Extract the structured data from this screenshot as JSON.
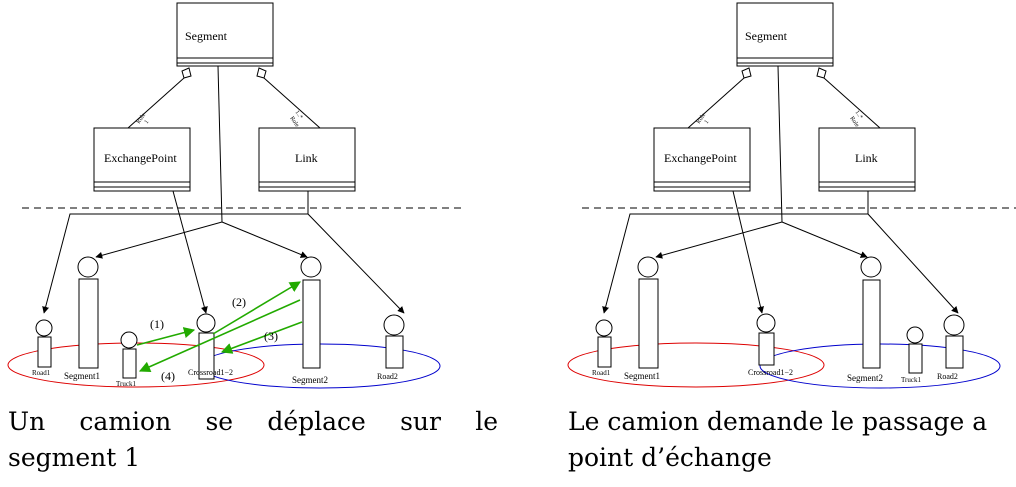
{
  "diagrams": [
    {
      "id": "left",
      "classes": {
        "segment": "Segment",
        "exchange_point": "ExchangePoint",
        "link": "Link",
        "role_left": "Role",
        "mult_left": "1",
        "role_right": "Role",
        "mult_right": "1..*"
      },
      "instances": {
        "road1": "Road1",
        "segment1": "Segment1",
        "truck1": "Truck1",
        "crossroad": "Crossroad1−2",
        "segment2": "Segment2",
        "road2": "Road2"
      },
      "steps": [
        "(1)",
        "(2)",
        "(3)",
        "(4)"
      ],
      "caption": {
        "line1_words": [
          "Un",
          "camion",
          "se",
          "déplace",
          "sur",
          "le"
        ],
        "line2": "segment 1"
      }
    },
    {
      "id": "right",
      "classes": {
        "segment": "Segment",
        "exchange_point": "ExchangePoint",
        "link": "Link",
        "role_left": "Role",
        "mult_left": "1",
        "role_right": "Role",
        "mult_right": "1..*"
      },
      "instances": {
        "road1": "Road1",
        "segment1": "Segment1",
        "crossroad": "Crossroad1−2",
        "segment2": "Segment2",
        "truck1": "Truck1",
        "road2": "Road2"
      },
      "caption": {
        "line1": "Le camion demande le passage a",
        "line2": "point d’échange"
      }
    }
  ],
  "colors": {
    "line": "#000000",
    "interaction_arrow": "#22aa00",
    "segment1_group": "#dd0000",
    "segment2_group": "#0000cc"
  }
}
